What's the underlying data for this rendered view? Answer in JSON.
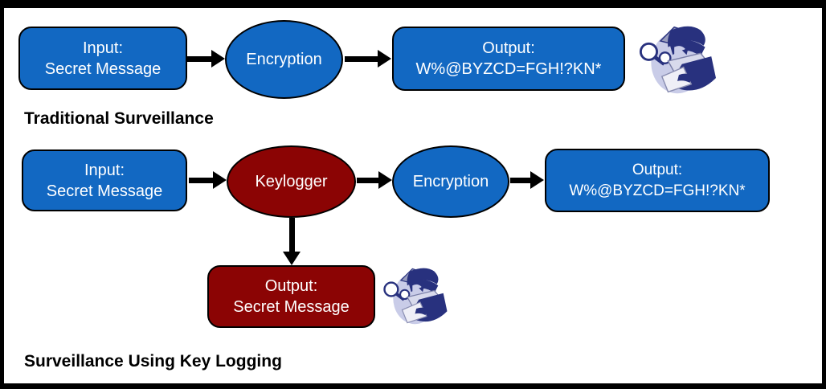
{
  "colors": {
    "node_blue": "#1268C2",
    "node_dark_red": "#8B0404",
    "arrow_black": "#000000",
    "node_text_white": "#FFFFFF",
    "caption_black": "#000000",
    "spy_navy": "#28317E",
    "spy_lavender": "#C9CCE8"
  },
  "flow_traditional": {
    "caption": "Traditional Surveillance",
    "input_box": {
      "line1": "Input:",
      "line2": "Secret Message"
    },
    "encryption_node": "Encryption",
    "output_box": {
      "line1": "Output:",
      "line2": "W%@BYZCD=FGH!?KN*"
    },
    "spy_icon": "detective-with-magnifying-glass"
  },
  "flow_keylogging": {
    "caption": "Surveillance Using Key Logging",
    "input_box": {
      "line1": "Input:",
      "line2": "Secret Message"
    },
    "keylogger_node": "Keylogger",
    "encryption_node": "Encryption",
    "output_encrypted_box": {
      "line1": "Output:",
      "line2": "W%@BYZCD=FGH!?KN*"
    },
    "output_intercepted_box": {
      "line1": "Output:",
      "line2": "Secret Message"
    },
    "spy_icon": "detective-with-magnifying-glass"
  }
}
